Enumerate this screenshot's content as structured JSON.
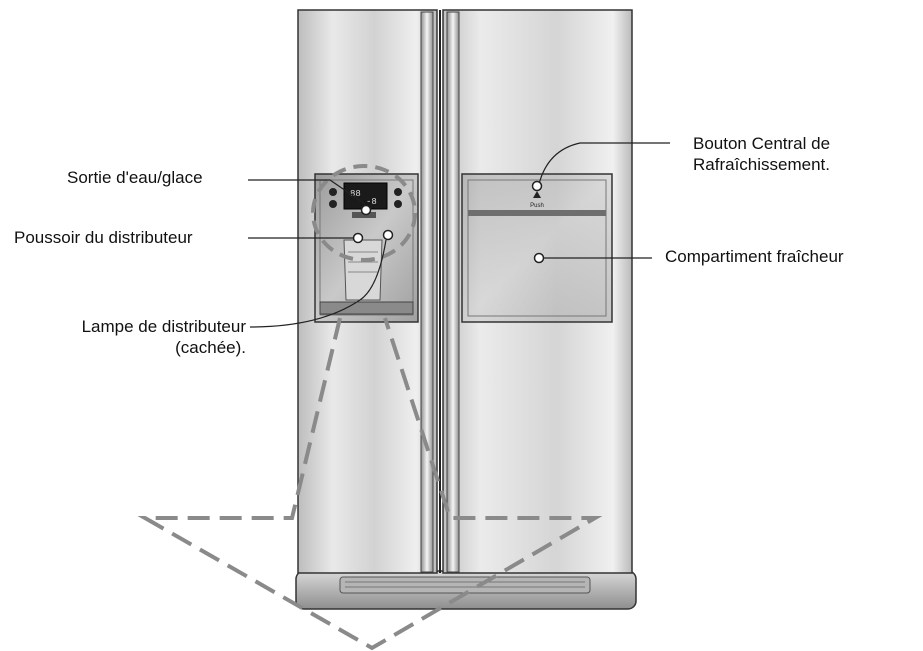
{
  "labels": {
    "water_ice_outlet": "Sortie d'eau/glace",
    "dispenser_pad": "Poussoir du distributeur",
    "dispenser_lamp_line1": "Lampe de distributeur",
    "dispenser_lamp_line2": "(cachée).",
    "central_button_line1": "Bouton Central de",
    "central_button_line2": "Rafraîchissement.",
    "fresh_compartment": "Compartiment fraîcheur"
  },
  "control_panel": {
    "push_text": "Push"
  },
  "colors": {
    "door_light": "#eeeeee",
    "door_mid": "#c8c8c8",
    "door_dark": "#a9a9a9",
    "outline": "#333333",
    "dashed": "#8a8a8a",
    "display": "#1a1a1a",
    "leader": "#222222"
  }
}
